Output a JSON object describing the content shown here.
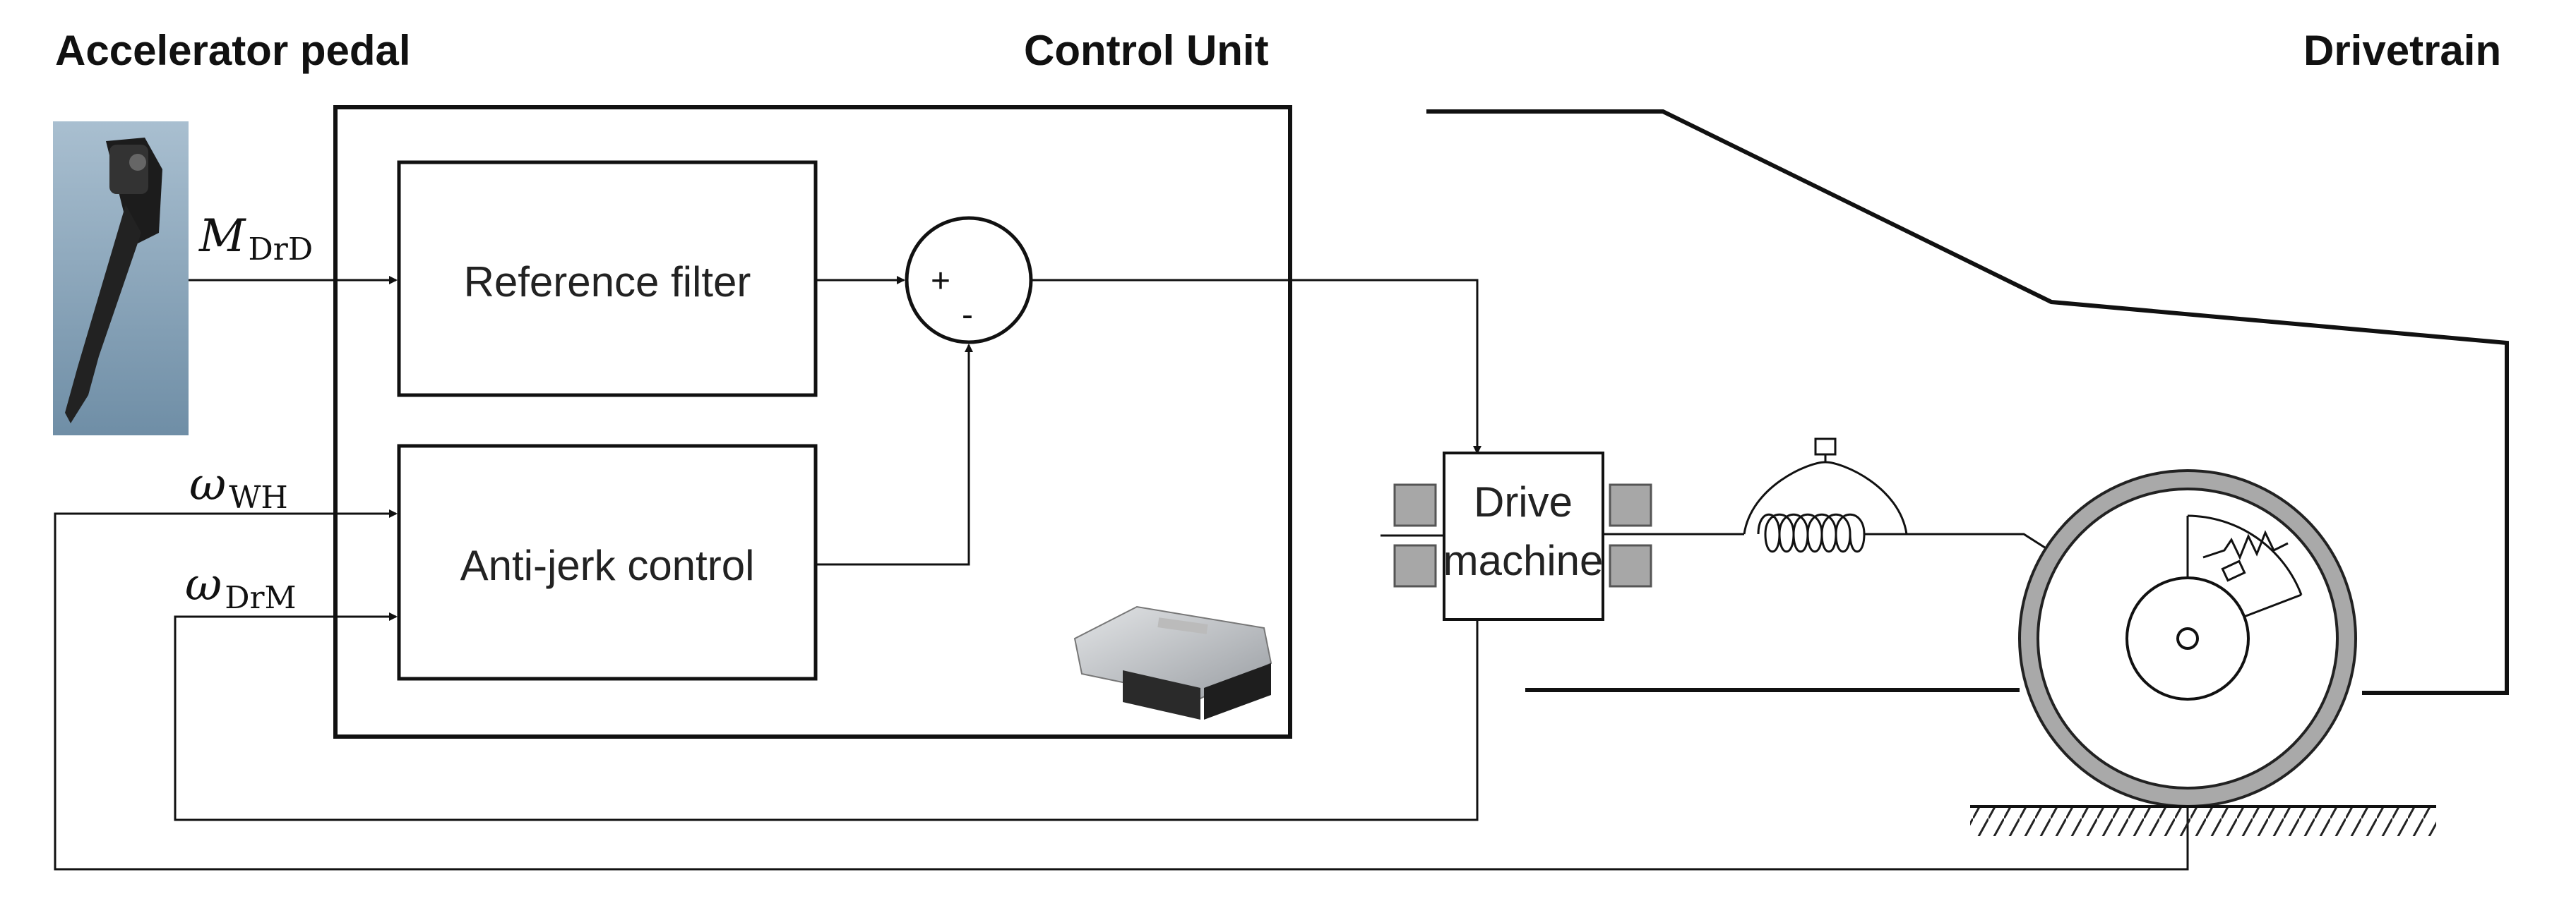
{
  "sections": {
    "pedal_title": "Accelerator pedal",
    "control_title": "Control Unit",
    "drivetrain_title": "Drivetrain"
  },
  "blocks": {
    "reference_filter": "Reference filter",
    "anti_jerk": "Anti-jerk control",
    "drive_machine_line1": "Drive",
    "drive_machine_line2": "machine"
  },
  "summing_junction": {
    "plus": "+",
    "minus": "-"
  },
  "signals": {
    "torque_demand": {
      "symbol": "M",
      "subscript": "DrD"
    },
    "wheel_speed": {
      "symbol": "ω",
      "subscript": "WH"
    },
    "motor_speed": {
      "symbol": "ω",
      "subscript": "DrM"
    }
  }
}
